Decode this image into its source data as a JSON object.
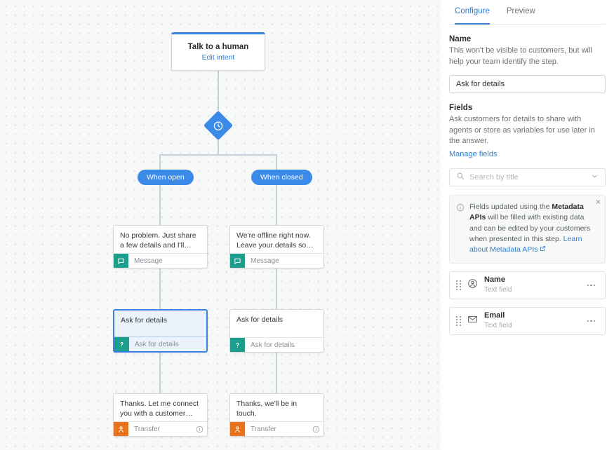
{
  "canvas": {
    "root_node": {
      "title": "Talk to a human",
      "link": "Edit intent"
    },
    "condition_icon": "clock-icon",
    "branches": [
      {
        "label": "When open"
      },
      {
        "label": "When closed"
      }
    ],
    "steps": [
      {
        "id": "msg-open",
        "body": "No problem. Just share a few details and I'll…",
        "type_label": "Message",
        "icon": "speech-bubble-icon",
        "selected": false,
        "has_info": false
      },
      {
        "id": "msg-closed",
        "body": "We're offline right now. Leave your details so…",
        "type_label": "Message",
        "icon": "speech-bubble-icon",
        "selected": false,
        "has_info": false
      },
      {
        "id": "ask-open",
        "body": "Ask for details",
        "type_label": "Ask for details",
        "icon": "question-mark-icon",
        "selected": true,
        "has_info": false
      },
      {
        "id": "ask-closed",
        "body": "Ask for details",
        "type_label": "Ask for details",
        "icon": "question-mark-icon",
        "selected": false,
        "has_info": false
      },
      {
        "id": "xfer-open",
        "body": "Thanks. Let me connect you with a customer…",
        "type_label": "Transfer",
        "icon": "person-icon",
        "selected": false,
        "has_info": true
      },
      {
        "id": "xfer-closed",
        "body": "Thanks, we'll be in touch.",
        "type_label": "Transfer",
        "icon": "person-icon",
        "selected": false,
        "has_info": true
      }
    ]
  },
  "panel": {
    "tabs": [
      {
        "label": "Configure",
        "active": true
      },
      {
        "label": "Preview",
        "active": false
      }
    ],
    "name_section": {
      "label": "Name",
      "description": "This won't be visible to customers, but will help your team identify the step.",
      "value": "Ask for details"
    },
    "fields_section": {
      "label": "Fields",
      "description": "Ask customers for details to share with agents or store as variables for use later in the answer.",
      "manage_link": "Manage fields",
      "search_placeholder": "Search by title",
      "notice": {
        "icon": "info-circle-icon",
        "text_a": "Fields updated using the ",
        "bold_a": "Metadata APIs",
        "text_b": " will be filled with existing data and can be edited by your customers when presented in this step. ",
        "link": "Learn about Metadata APIs",
        "external_icon": "external-link-icon",
        "close_label": "×"
      },
      "items": [
        {
          "name": "Name",
          "type": "Text field",
          "icon": "person-circle-icon"
        },
        {
          "name": "Email",
          "type": "Text field",
          "icon": "envelope-icon"
        }
      ]
    }
  },
  "colors": {
    "accent_blue": "#3b8ae8",
    "link_blue": "#2f7ed0",
    "teal": "#1c9e8c",
    "orange": "#e8731e",
    "canvas_bg": "#f7f8f8",
    "connector": "#c3d4de"
  }
}
